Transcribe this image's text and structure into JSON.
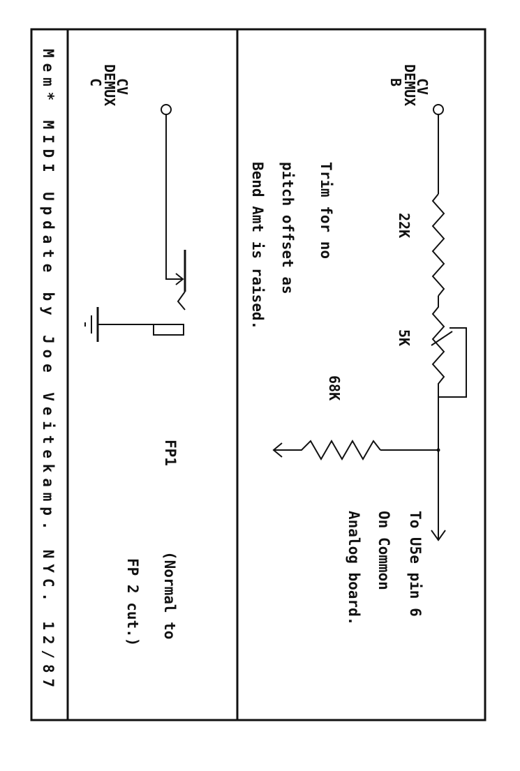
{
  "title_strip": {
    "text": "Mem* MIDI Update by Joe Veitekamp. NYC.   12/87"
  },
  "top_panel": {
    "input_label": {
      "line1": "CV",
      "line2": "DEMUX",
      "line3": "B"
    },
    "r1_label": "22K",
    "pot_label": "5K",
    "r2_label": "68K",
    "note": [
      "Trim for no",
      "pitch offset as",
      "Bend Amt is raised."
    ],
    "output_note": [
      "To U5e pin 6",
      "On Common",
      "Analog board."
    ]
  },
  "bottom_panel": {
    "input_label": {
      "line1": "CV",
      "line2": "DEMUX",
      "line3": "C"
    },
    "jack_label": "FP1",
    "jack_note": [
      "(Normal to",
      "FP 2 cut.)"
    ]
  }
}
